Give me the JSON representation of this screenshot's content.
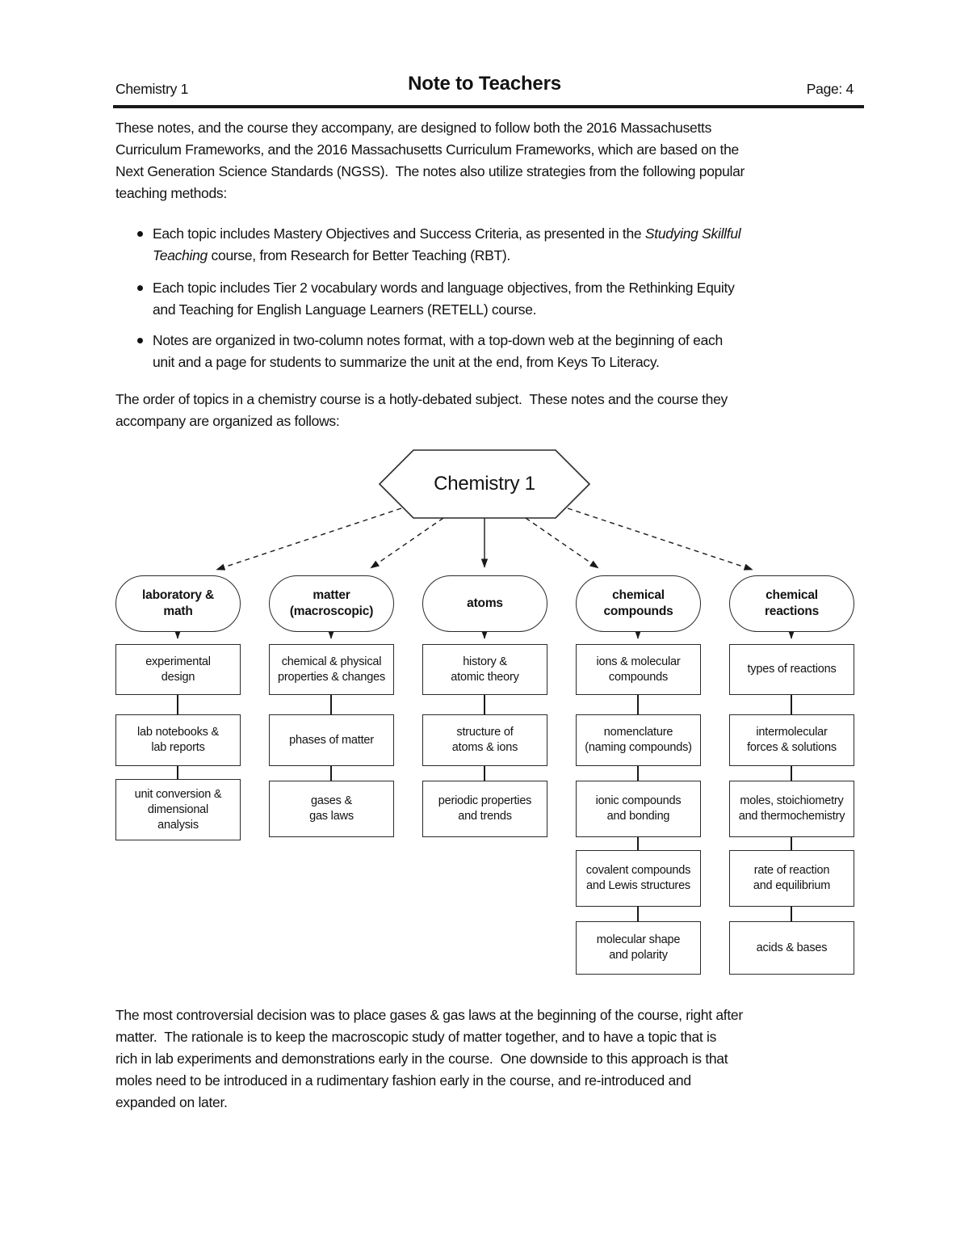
{
  "header": {
    "course": "Chemistry 1",
    "title": "Note to Teachers",
    "page": "Page: 4"
  },
  "paragraphs": {
    "intro": "These notes, and the course they accompany, are designed to follow both the 2016 Massachusetts\nCurriculum Frameworks, and the 2016 Massachusetts Curriculum Frameworks, which are based on the\nNext Generation Science Standards (NGSS).  The notes also utilize strategies from the following popular\nteaching methods:",
    "order": "The order of topics in a chemistry course is a hotly-debated subject.  These notes and the course they\naccompany are organized as follows:",
    "closing": "The most controversial decision was to place gases & gas laws at the beginning of the course, right after\nmatter.  The rationale is to keep the macroscopic study of matter together, and to have a topic that is\nrich in lab experiments and demonstrations early in the course.  One downside to this approach is that\nmoles need to be introduced in a rudimentary fashion early in the course, and re-introduced and\nexpanded on later."
  },
  "bullets": [
    {
      "pre": "Each topic includes Mastery Objectives and Success Criteria, as presented in the ",
      "italic": "Studying Skillful\nTeaching",
      "post": " course, from Research for Better Teaching (RBT)."
    },
    {
      "pre": "Each topic includes Tier 2 vocabulary words and language objectives, from the Rethinking Equity\nand Teaching for English Language Learners (RETELL) course.",
      "italic": "",
      "post": ""
    },
    {
      "pre": "Notes are organized in two-column notes format, with a top-down web at the beginning of each\nunit and a page for students to summarize the unit at the end, from Keys To Literacy.",
      "italic": "",
      "post": ""
    }
  ],
  "diagram": {
    "root_label": "Chemistry 1",
    "columns": [
      {
        "title": "laboratory &\nmath",
        "items": [
          "experimental\ndesign",
          "lab notebooks &\nlab reports",
          "unit conversion &\ndimensional\nanalysis"
        ]
      },
      {
        "title": "matter\n(macroscopic)",
        "items": [
          "chemical & physical\nproperties & changes",
          "phases of matter",
          "gases &\ngas laws"
        ]
      },
      {
        "title": "atoms",
        "items": [
          "history &\natomic theory",
          "structure of\natoms & ions",
          "periodic properties\nand trends"
        ]
      },
      {
        "title": "chemical\ncompounds",
        "items": [
          "ions & molecular\ncompounds",
          "nomenclature\n(naming compounds)",
          "ionic compounds\nand bonding",
          "covalent compounds\nand Lewis structures",
          "molecular shape\nand polarity"
        ]
      },
      {
        "title": "chemical\nreactions",
        "items": [
          "types of reactions",
          "intermolecular\nforces & solutions",
          "moles, stoichiometry\nand thermochemistry",
          "rate of reaction\nand equilibrium",
          "acids & bases"
        ]
      }
    ]
  }
}
